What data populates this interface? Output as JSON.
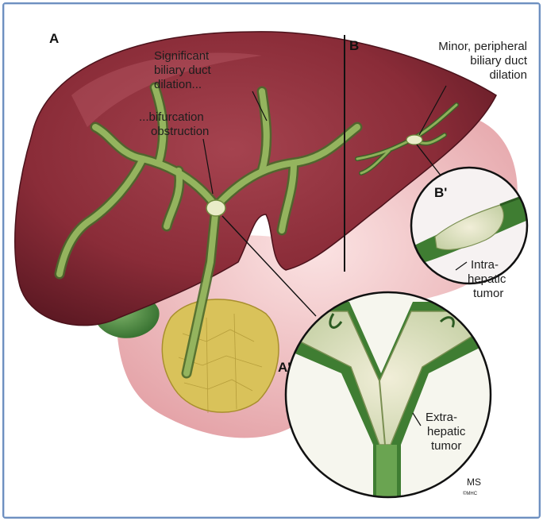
{
  "panel_labels": {
    "a": "A",
    "b": "B",
    "a_prime": "A'",
    "b_prime": "B'"
  },
  "annotations": {
    "significant": [
      "Significant",
      "biliary duct",
      "dilation..."
    ],
    "bifurcation": [
      "...bifurcation",
      "obstruction"
    ],
    "minor": [
      "Minor, peripheral",
      "biliary duct",
      "dilation"
    ],
    "intrahepatic": [
      "Intra-",
      "hepatic",
      "tumor"
    ],
    "extrahepatic": [
      "Extra-",
      "hepatic",
      "tumor"
    ]
  },
  "signature": "MS",
  "signature_sub": "©MHC",
  "colors": {
    "liver": "#8e2e3a",
    "liver_dark": "#5e1a24",
    "duct": "#7a9a4e",
    "gallbladder": "#4e8a3e",
    "pancreas": "#e8b6b8",
    "duodenum_tissue": "#d9c25a",
    "frame": "#6d8fc0"
  }
}
